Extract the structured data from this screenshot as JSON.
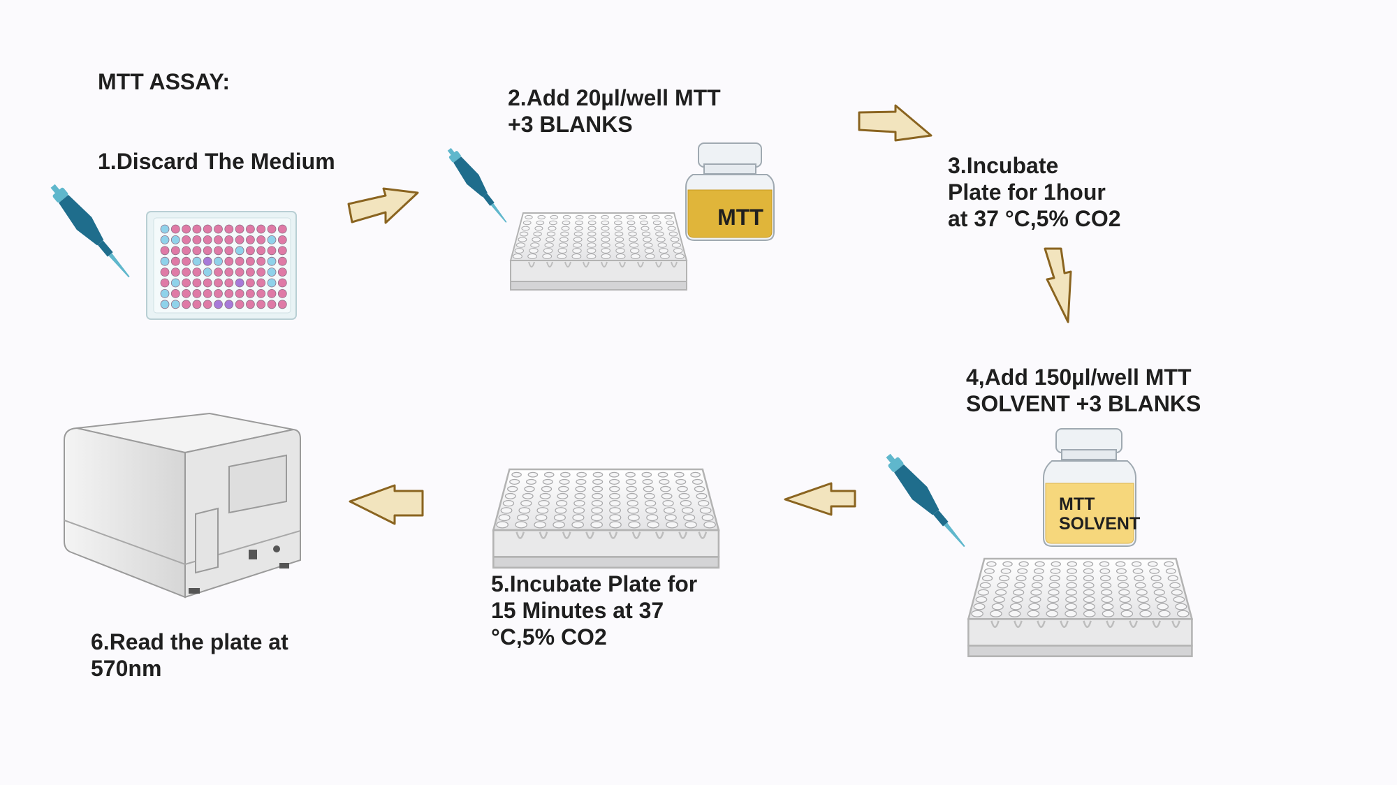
{
  "title": "MTT ASSAY:",
  "steps": [
    {
      "text": "1.Discard The Medium"
    },
    {
      "text": "2.Add 20µl/well MTT\n+3 BLANKS"
    },
    {
      "text": "3.Incubate\nPlate for 1hour\nat 37 °C,5% CO2"
    },
    {
      "text": "4,Add 150µl/well MTT\nSOLVENT +3 BLANKS"
    },
    {
      "text": "5.Incubate Plate for\n15 Minutes at 37\n°C,5% CO2"
    },
    {
      "text": "6.Read the plate at\n570nm"
    }
  ],
  "bottle_labels": {
    "mtt": "MTT",
    "solvent_line1": "MTT",
    "solvent_line2": "SOLVENT"
  },
  "colors": {
    "arrow_fill": "#f2e4be",
    "arrow_stroke": "#8a6420",
    "pipette": "#1f6d8c",
    "pipette_tip": "#5fb7cc",
    "well_pink": "#df7aa6",
    "well_blue": "#8fd2ea",
    "well_purple": "#a77ad9",
    "mtt_liquid": "#e0b53a",
    "solvent_liquid": "#f6d77c"
  },
  "icons": [
    "pipette-icon",
    "plate-icon",
    "reagent-bottle-icon",
    "arrow-icon",
    "plate-reader-icon"
  ]
}
